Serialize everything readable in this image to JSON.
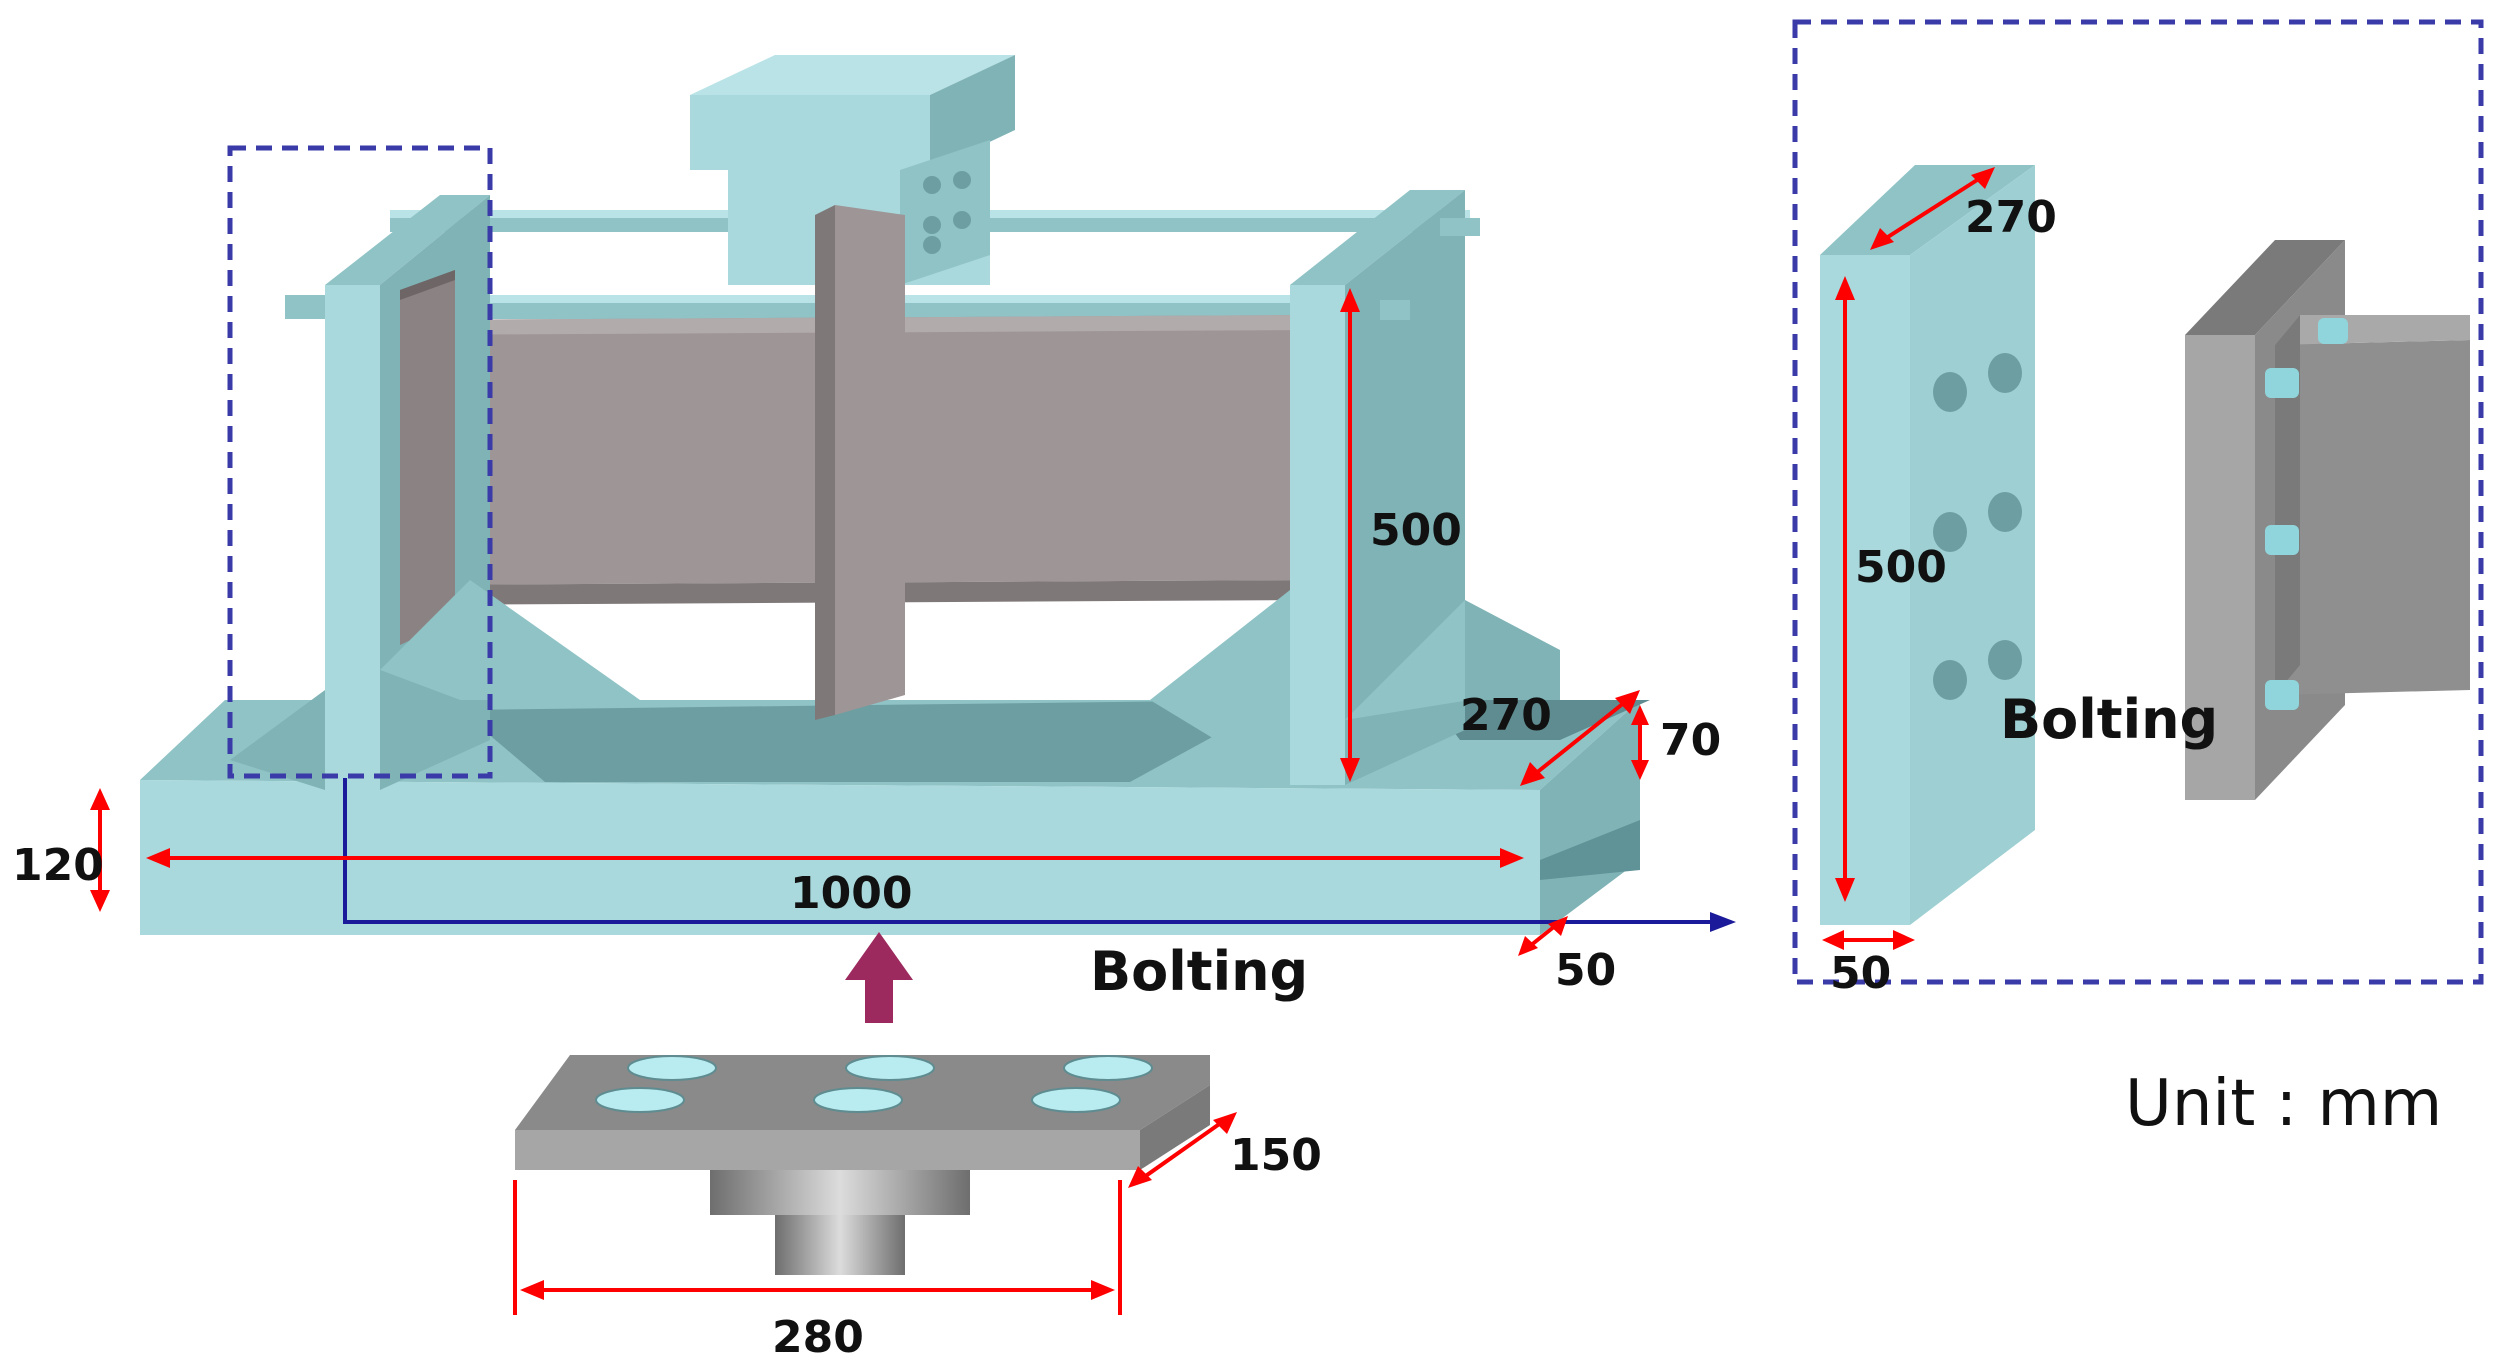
{
  "colors": {
    "frame_light": "#a9d9dc",
    "frame_mid": "#8fc3c6",
    "frame_dark": "#6d9ea2",
    "web_gray": "#9d9596",
    "web_dark": "#7f7879",
    "plate_top": "#8a8a8a",
    "plate_front": "#a6a6a6",
    "hole": "#b8ecf0",
    "dimension": "#ff0000",
    "arrow": "#9c2a5e",
    "dash_box": "#3a3aa8",
    "bolting_line": "#1a1a9a"
  },
  "dimensions": {
    "height_500_main": "500",
    "width_270_base": "270",
    "height_70": "70",
    "height_120": "120",
    "length_1000": "1000",
    "thickness_50_base": "50",
    "plate_width_150": "150",
    "plate_length_280": "280",
    "detail_270": "270",
    "detail_500": "500",
    "detail_50": "50"
  },
  "labels": {
    "bolting_main": "Bolting",
    "bolting_detail": "Bolting",
    "unit": "Unit : mm"
  }
}
